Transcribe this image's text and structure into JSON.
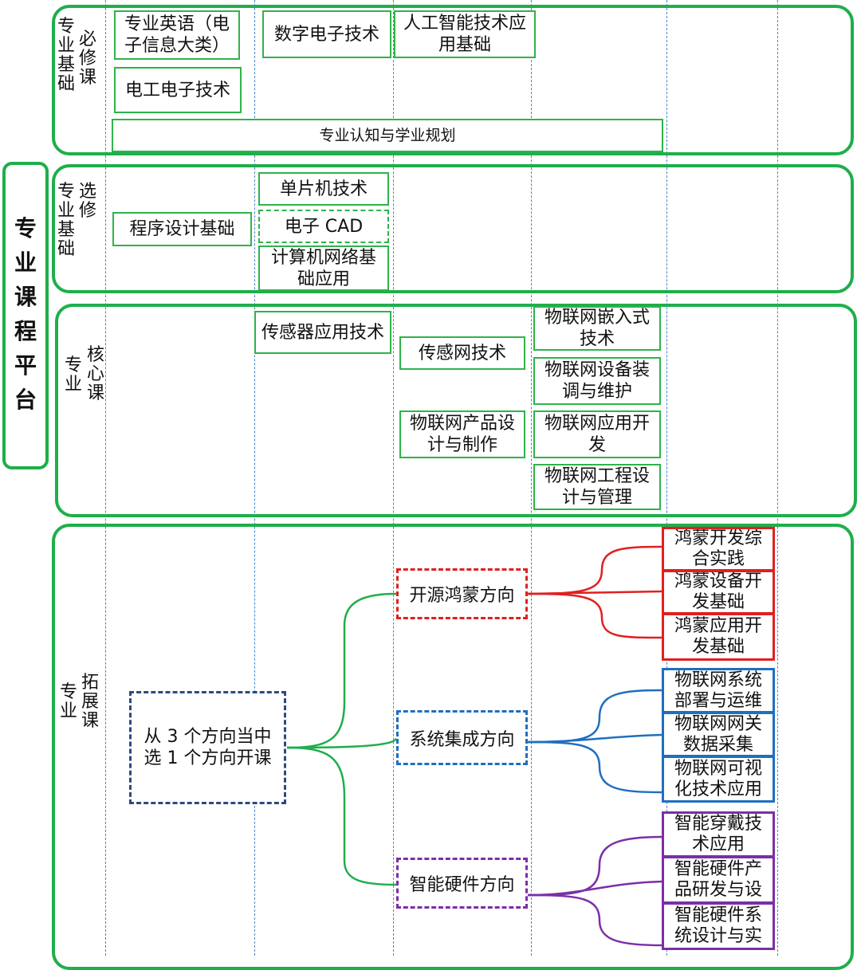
{
  "platform_label": "专业课程平台",
  "sections": {
    "required": {
      "label_col1": "专业基础",
      "label_col2": "必修课"
    },
    "elective": {
      "label_col1": "专业基础",
      "label_col2": "选修"
    },
    "core": {
      "label_col1": "专业",
      "label_col2": "核心课"
    },
    "extension": {
      "label_col1": "专业",
      "label_col2": "拓展课"
    }
  },
  "required_courses": {
    "english": "专业英语（电子信息大类）",
    "digital": "数字电子技术",
    "ai": "人工智能技术应用基础",
    "electrical": "电工电子技术",
    "orientation": "专业认知与学业规划"
  },
  "elective_courses": {
    "programming": "程序设计基础",
    "mcu": "单片机技术",
    "cad": "电子 CAD",
    "network": "计算机网络基础应用"
  },
  "core_courses": {
    "sensor_app": "传感器应用技术",
    "sensor_net": "传感网技术",
    "iot_product": "物联网产品设计与制作",
    "iot_embedded": "物联网嵌入式技术",
    "iot_device": "物联网设备装调与维护",
    "iot_app": "物联网应用开发",
    "iot_engineering": "物联网工程设计与管理"
  },
  "extension": {
    "choose_box": "从 3 个方向当中选 1 个方向开课",
    "directions": [
      {
        "label": "开源鸿蒙方向",
        "color": "#e02020",
        "courses": [
          "鸿蒙开发综合实践",
          "鸿蒙设备开发基础",
          "鸿蒙应用开发基础"
        ]
      },
      {
        "label": "系统集成方向",
        "color": "#1f6fbf",
        "courses": [
          "物联网系统部署与运维",
          "物联网网关数据采集",
          "物联网可视化技术应用"
        ]
      },
      {
        "label": "智能硬件方向",
        "color": "#7b2fa8",
        "courses": [
          "智能穿戴技术应用",
          "智能硬件产品研发与设",
          "智能硬件系统设计与实"
        ]
      }
    ]
  },
  "colors": {
    "section_border": "#1fae4b",
    "grid_line": "#4a86c5",
    "choose_box_border": "#2e4a7d"
  }
}
